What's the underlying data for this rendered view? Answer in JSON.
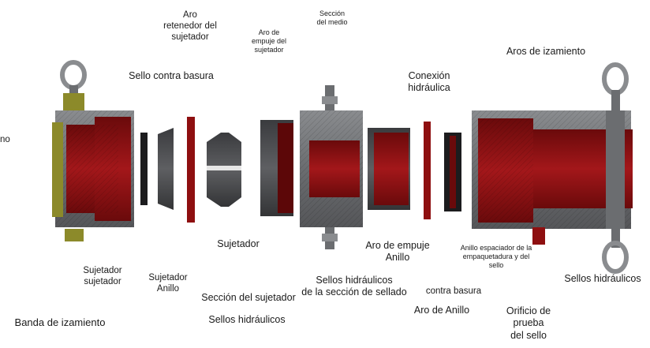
{
  "labels": {
    "left_edge": "no",
    "aro_retenedor": "Aro\nretenedor del\nsujetador",
    "aro_empuje_sujetador": "Aro de\nempuje del\nsujetador",
    "seccion_medio": "Sección\ndel medio",
    "aros_izamiento": "Aros de izamiento",
    "sello_contra_basura": "Sello contra basura",
    "conexion_hidraulica": "Conexión\nhidráulica",
    "sujetador": "Sujetador",
    "aro_empuje_anillo": "Aro de empuje\nAnillo",
    "anillo_espaciador": "Anillo espaciador de la\nempaquetadura y del\nsello",
    "sujetador_sujetador": "Sujetador\nsujetador",
    "sujetador_anillo": "Sujetador\nAnillo",
    "sellos_seccion_sellado": "Sellos hidráulicos\nde la sección de sellado",
    "contra_basura": "contra basura",
    "sellos_hidraulicos_right": "Sellos hidráulicos",
    "seccion_sujetador": "Sección del sujetador",
    "sellos_hidraulicos_bottom": "Sellos hidráulicos",
    "aro_de_anillo": "Aro de Anillo",
    "banda_izamiento": "Banda de izamiento",
    "orificio_prueba": "Orificio de\nprueba\ndel sello"
  },
  "colors": {
    "steel": "#6b6d70",
    "steel_dark": "#4a4b4e",
    "steel_light": "#9a9c9f",
    "red": "#8e0f10",
    "red_dark": "#5c0708",
    "brass": "#8c8a2a",
    "black": "#1c1c1e"
  }
}
